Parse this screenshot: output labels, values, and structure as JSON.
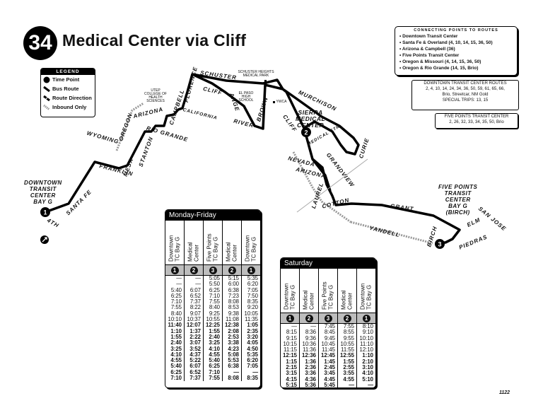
{
  "route": {
    "number": "34",
    "title": "Medical Center via Cliff"
  },
  "legend": {
    "title": "LEGEND",
    "items": [
      {
        "icon": "time-point-icon",
        "label": "Time Point"
      },
      {
        "icon": "bus-route-icon",
        "label": "Bus Route"
      },
      {
        "icon": "route-direction-icon",
        "label": "Route Direction"
      },
      {
        "icon": "inbound-only-icon",
        "label": "Inbound Only"
      }
    ]
  },
  "connecting": {
    "title": "CONNECTING POINTS TO ROUTES",
    "items": [
      "Downtown Transit Center",
      "Santa Fe & Overland (4, 10, 14, 15, 36, 50)",
      "Arizona & Campbell (36)",
      "Five Points Transit Center",
      "Oregon & Missouri (4, 14, 15, 36, 50)",
      "Oregon & Rio Grande (14, 15, Brio)"
    ]
  },
  "downtown_routes": {
    "title": "DOWNTOWN TRANSIT CENTER ROUTES",
    "lines": [
      "2, 4, 10, 14, 24, 34, 36, 50, 59, 61, 65, 66,",
      "Brio, Streetcar, NM Gold",
      "SPECIAL TRIPS: 13, 15"
    ]
  },
  "fivepoints_routes": {
    "title": "FIVE POINTS TRANSIT CENTER",
    "line": "2, 26, 32, 33, 34, 35, 50, Brio"
  },
  "map": {
    "streets": {
      "schuster": "SCHUSTER",
      "murchison": "MURCHISON",
      "cliff": "CLIFF",
      "ange": "ANGE",
      "brown": "BROWN",
      "river": "RIVER",
      "florence": "FLORENCE",
      "campbell": "CAMPBELL",
      "california": "CALIFORNIA",
      "arizona": "ARIZONA",
      "oregon": "OREGON",
      "wyoming": "WYOMING",
      "rio_grande": "RIO GRANDE",
      "stanton": "STANTON",
      "mesa": "MESA",
      "franklin": "FRANKLIN",
      "santa_fe": "SANTA FE",
      "fourth": "4TH",
      "cliff2": "CLIFF",
      "medical_ctr": "MEDICAL CTR",
      "curie": "CURIE",
      "nevada": "NEVADA",
      "arizona2": "ARIZONA",
      "grandview": "GRANDVIEW",
      "laurel": "LAUREL",
      "cotton": "COTTON",
      "grant": "GRANT",
      "yandell": "YANDELL",
      "birch": "BIRCH",
      "elm": "ELM",
      "san_jose": "SAN JOSE",
      "piedras": "PIEDRAS"
    },
    "landmarks": {
      "utep": "UTEP\nCOLLEGE OF\nHEALTH\nSCIENCES",
      "schuster_heights": "SCHUSTER HEIGHTS\nMEDICAL PARK",
      "el_paso_hs": "EL PASO\nHIGH\nSCHOOL",
      "ywca": "YWCA"
    },
    "places": {
      "downtown": "DOWNTOWN\nTRANSIT\nCENTER\nBAY G",
      "sierra": "SIERRA\nMEDICAL\nCENTER",
      "five_points": "FIVE POINTS\nTRANSIT\nCENTER\nBAY G\n(BIRCH)"
    },
    "timepoints": [
      "1",
      "2",
      "3"
    ]
  },
  "weekday": {
    "title": "Monday-Friday",
    "columns": [
      {
        "head": "Downtown\nTC Bay G",
        "tp": "1",
        "times": [
          "—",
          "—",
          "5:40",
          "6:25",
          "7:10",
          "7:55",
          "8:40",
          "10:10",
          "11:40",
          "1:10",
          "1:55",
          "2:40",
          "3:25",
          "4:10",
          "4:55",
          "5:40",
          "6:25",
          "7:10"
        ]
      },
      {
        "head": "Medical\nCenter",
        "tp": "2",
        "times": [
          "—",
          "—",
          "6:07",
          "6:52",
          "7:37",
          "8:22",
          "9:07",
          "10:37",
          "12:07",
          "1:37",
          "2:22",
          "3:07",
          "3:52",
          "4:37",
          "5:22",
          "6:07",
          "6:52",
          "7:37"
        ]
      },
      {
        "head": "Five Points\nTC Bay G",
        "tp": "3",
        "times": [
          "5:05",
          "5:50",
          "6:25",
          "7:10",
          "7:55",
          "8:40",
          "9:25",
          "10:55",
          "12:25",
          "1:55",
          "2:40",
          "3:25",
          "4:10",
          "4:55",
          "5:40",
          "6:25",
          "7:10",
          "7:55"
        ]
      },
      {
        "head": "Medical\nCenter",
        "tp": "2",
        "times": [
          "5:15",
          "6:00",
          "6:38",
          "7:23",
          "8:08",
          "8:53",
          "9:38",
          "11:08",
          "12:38",
          "2:08",
          "2:53",
          "3:38",
          "4:23",
          "5:08",
          "5:53",
          "6:38",
          "—",
          "8:08"
        ]
      },
      {
        "head": "Downtown\nTC Bay G",
        "tp": "1",
        "times": [
          "5:35",
          "6:20",
          "7:05",
          "7:50",
          "8:35",
          "9:20",
          "10:05",
          "11:35",
          "1:05",
          "2:35",
          "3:20",
          "4:05",
          "4:50",
          "5:35",
          "6:20",
          "7:05",
          "—",
          "8:35"
        ]
      }
    ],
    "pm_start_row": 8
  },
  "saturday": {
    "title": "Saturday",
    "columns": [
      {
        "head": "Downtown\nTC Bay G",
        "tp": "1",
        "times": [
          "—",
          "8:15",
          "9:15",
          "10:15",
          "11:15",
          "12:15",
          "1:15",
          "2:15",
          "3:15",
          "4:15",
          "5:15"
        ]
      },
      {
        "head": "Medical\nCenter",
        "tp": "2",
        "times": [
          "—",
          "8:36",
          "9:36",
          "10:36",
          "11:36",
          "12:36",
          "1:36",
          "2:36",
          "3:36",
          "4:36",
          "5:36"
        ]
      },
      {
        "head": "Five Points\nTC Bay G",
        "tp": "3",
        "times": [
          "7:45",
          "8:45",
          "9:45",
          "10:45",
          "11:45",
          "12:45",
          "1:45",
          "2:45",
          "3:45",
          "4:45",
          "5:45"
        ]
      },
      {
        "head": "Medical\nCenter",
        "tp": "2",
        "times": [
          "7:55",
          "8:55",
          "9:55",
          "10:55",
          "11:55",
          "12:55",
          "1:55",
          "2:55",
          "3:55",
          "4:55",
          "—"
        ]
      },
      {
        "head": "Downtown\nTC Bay G",
        "tp": "1",
        "times": [
          "8:10",
          "9:10",
          "10:10",
          "11:10",
          "12:10",
          "1:10",
          "2:10",
          "3:10",
          "4:10",
          "5:10",
          "—"
        ]
      }
    ],
    "pm_start_row": 5
  },
  "sheet_number": "1122"
}
